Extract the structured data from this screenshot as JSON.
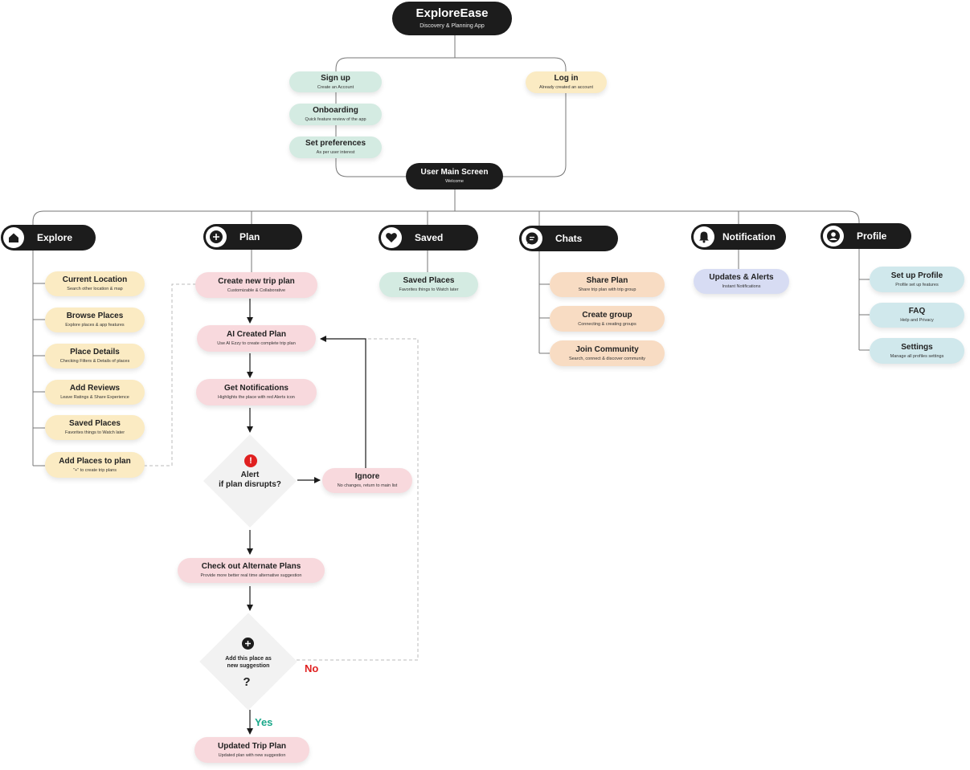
{
  "root": {
    "title": "ExploreEase",
    "subtitle": "Discovery & Planning App"
  },
  "auth": {
    "signup": {
      "title": "Sign up",
      "sub": "Create an Account"
    },
    "onboarding": {
      "title": "Onboarding",
      "sub": "Quick feature review of the app"
    },
    "preferences": {
      "title": "Set preferences",
      "sub": "As per user interest"
    },
    "login": {
      "title": "Log in",
      "sub": "Already created an account"
    }
  },
  "main": {
    "title": "User Main Screen",
    "sub": "Welcome"
  },
  "sections": {
    "explore": {
      "label": "Explore",
      "icon": "home-icon"
    },
    "plan": {
      "label": "Plan",
      "icon": "plus-circle-icon"
    },
    "saved": {
      "label": "Saved",
      "icon": "heart-icon"
    },
    "chats": {
      "label": "Chats",
      "icon": "chat-bubble-icon"
    },
    "notification": {
      "label": "Notification",
      "icon": "bell-icon"
    },
    "profile": {
      "label": "Profile",
      "icon": "user-icon"
    }
  },
  "explore_items": [
    {
      "title": "Current Location",
      "sub": "Search other location & map"
    },
    {
      "title": "Browse Places",
      "sub": "Explore places & app features"
    },
    {
      "title": "Place Details",
      "sub": "Checking Filters & Details of places"
    },
    {
      "title": "Add Reviews",
      "sub": "Leave Ratings & Share Experience"
    },
    {
      "title": "Saved Places",
      "sub": "Favorites things to Watch later"
    },
    {
      "title": "Add Places to plan",
      "sub": "\"+\" to create trip plans"
    }
  ],
  "plan_flow": {
    "create": {
      "title": "Create new trip plan",
      "sub": "Customizable & Collaborative"
    },
    "ai": {
      "title": "AI Created Plan",
      "sub": "Use AI Ezzy to create complete trip plan"
    },
    "notify": {
      "title": "Get Notifications",
      "sub": "Highlights the place with red Alerts icon"
    },
    "alert_line1": "Alert",
    "alert_line2": "if plan disrupts?",
    "alert_icon": "!",
    "ignore": {
      "title": "Ignore",
      "sub": "No changes, return to main list"
    },
    "alternate": {
      "title": "Check out Alternate Plans",
      "sub": "Provide more better real time alternative suggestion"
    },
    "add_line1": "Add this place as",
    "add_line2": "new suggestion",
    "add_q": "?",
    "no": "No",
    "yes": "Yes",
    "updated": {
      "title": "Updated Trip Plan",
      "sub": "Updated plan with new suggestion"
    }
  },
  "saved_item": {
    "title": "Saved Places",
    "sub": "Favorites things to Watch later"
  },
  "chat_items": [
    {
      "title": "Share Plan",
      "sub": "Share trip plan with trip group"
    },
    {
      "title": "Create group",
      "sub": "Connecting & creating groups"
    },
    {
      "title": "Join Community",
      "sub": "Search, connect & discover community"
    }
  ],
  "notification_item": {
    "title": "Updates & Alerts",
    "sub": "Instant Notifications"
  },
  "profile_items": [
    {
      "title": "Set up Profile",
      "sub": "Profile set up features"
    },
    {
      "title": "FAQ",
      "sub": "Help and Privacy"
    },
    {
      "title": "Settings",
      "sub": "Manage all profiles settings"
    }
  ],
  "colors": {
    "dark": "#1c1c1c",
    "green": "#d4ebe2",
    "yellow": "#fbebc3",
    "pink": "#f8d9dd",
    "peach": "#f8dcc3",
    "lavender": "#d7dcf3",
    "cyan": "#d0e8ec",
    "alert_red": "#e02020",
    "no_red": "#e02020",
    "yes_green": "#1aa88a"
  }
}
